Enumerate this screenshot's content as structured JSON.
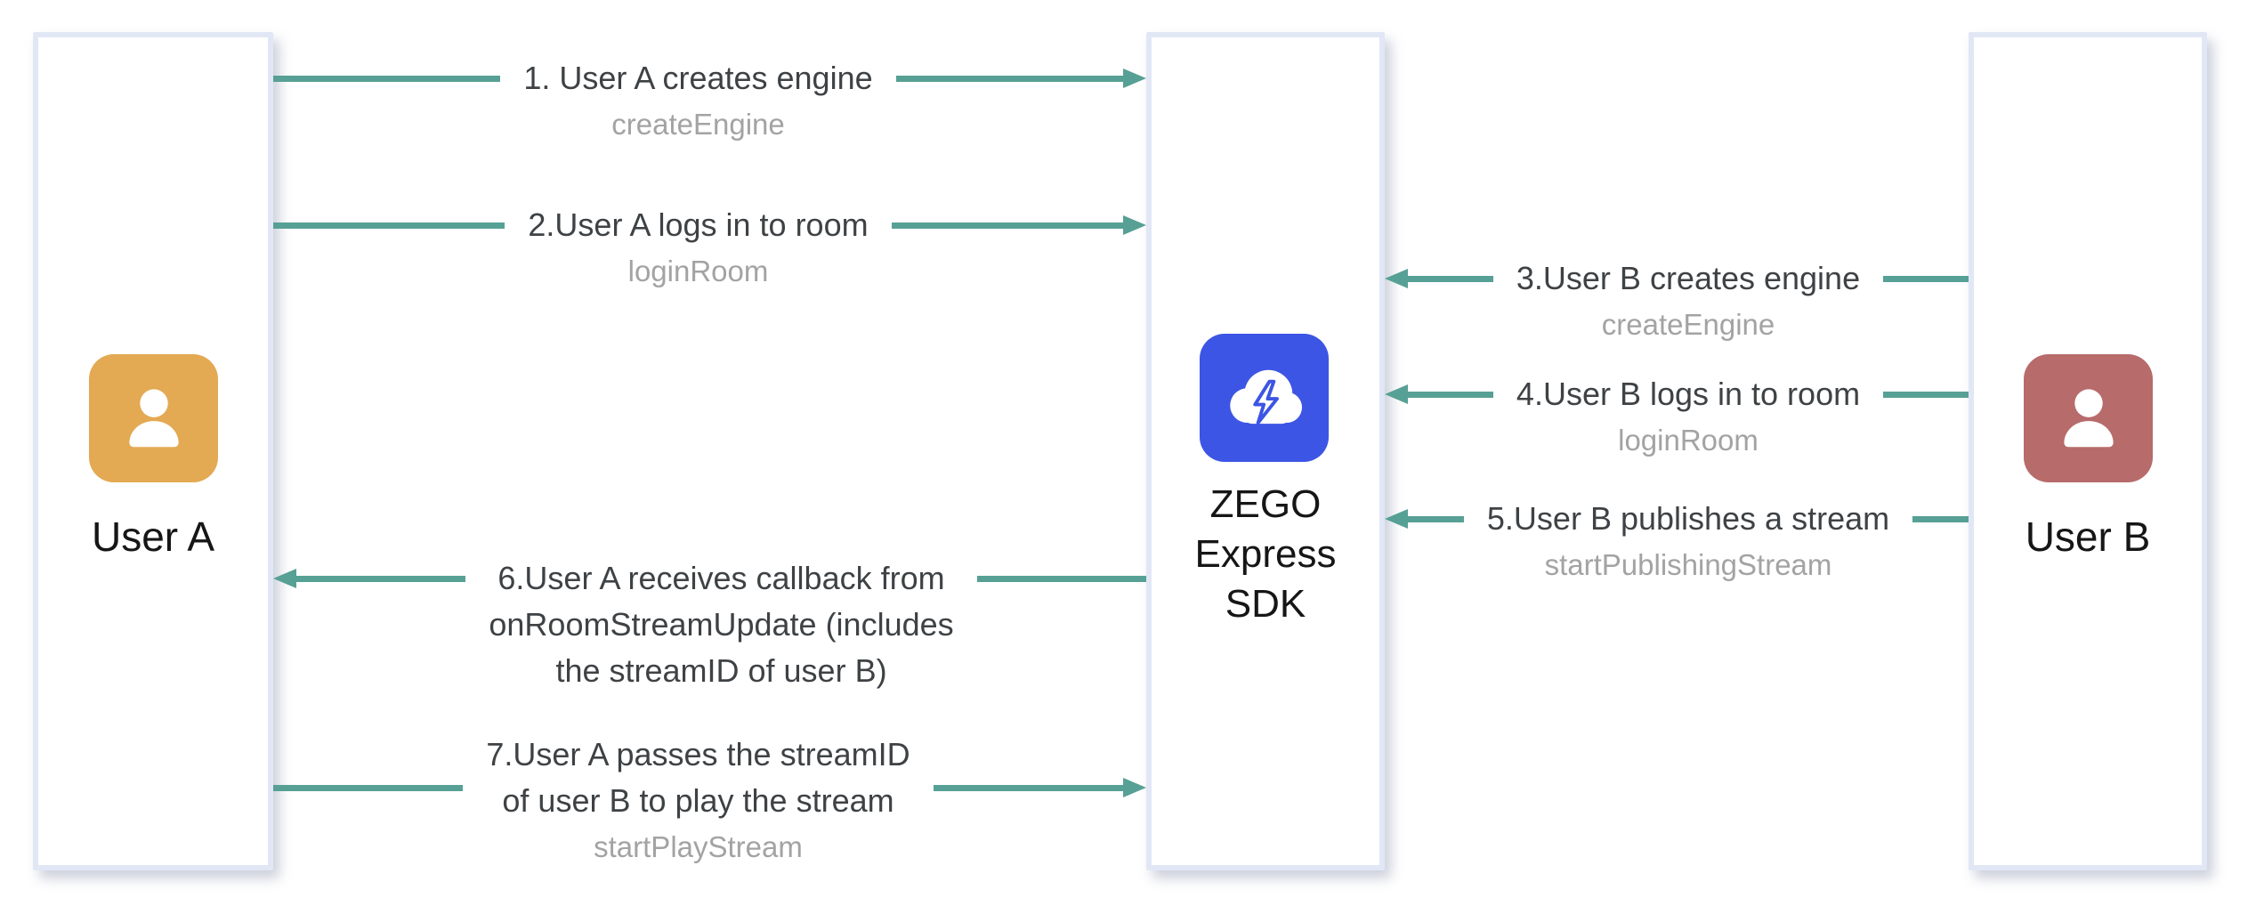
{
  "diagram": {
    "type": "sequence-flow",
    "colors": {
      "arrow": "#57a095",
      "column_border": "#e2e7f6",
      "column_fill": "#ffffff",
      "user_a_badge": "#e3a953",
      "user_b_badge": "#b76b6b",
      "sdk_badge": "#3c55e4",
      "message_text": "#3e4245",
      "api_text": "#a3a3a3",
      "entity_text": "#161616"
    },
    "entities": {
      "user_a": {
        "label": "User A",
        "icon": "person-icon"
      },
      "sdk": {
        "label": "ZEGO\nExpress\nSDK",
        "icon": "cloud-lightning-icon"
      },
      "user_b": {
        "label": "User B",
        "icon": "person-icon"
      }
    },
    "messages": [
      {
        "text": "1. User A creates engine",
        "api": "createEngine",
        "from": "User A",
        "to": "ZEGO Express SDK"
      },
      {
        "text": "2.User A logs in to room",
        "api": "loginRoom",
        "from": "User A",
        "to": "ZEGO Express SDK"
      },
      {
        "text": "3.User B creates engine",
        "api": "createEngine",
        "from": "User B",
        "to": "ZEGO Express SDK"
      },
      {
        "text": "4.User B logs in to room",
        "api": "loginRoom",
        "from": "User B",
        "to": "ZEGO Express SDK"
      },
      {
        "text": "5.User B publishes a stream",
        "api": "startPublishingStream",
        "from": "User B",
        "to": "ZEGO Express SDK"
      },
      {
        "text": "6.User A receives callback from\nonRoomStreamUpdate (includes\nthe streamID of user B)",
        "api": "",
        "from": "ZEGO Express SDK",
        "to": "User A"
      },
      {
        "text": "7.User A passes the streamID\nof user B to play the stream",
        "api": "startPlayStream",
        "from": "User A",
        "to": "ZEGO Express SDK"
      }
    ]
  }
}
